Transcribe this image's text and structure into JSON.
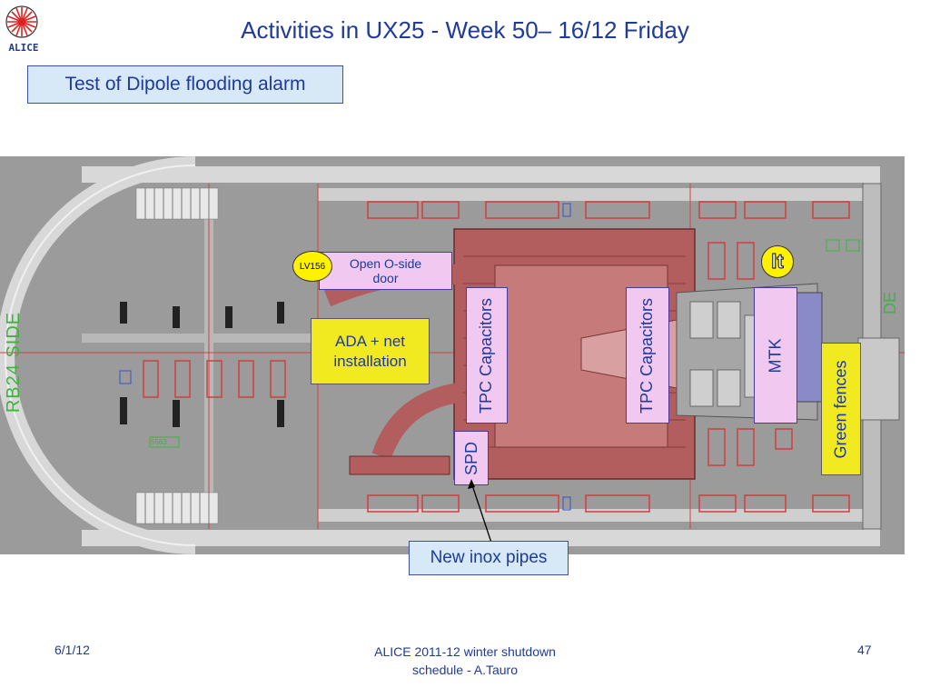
{
  "header": {
    "logo_text": "ALICE",
    "title": "Activities in UX25 - Week 50– 16/12 Friday"
  },
  "subtitle": "Test of Dipole flooding alarm",
  "floor_labels": {
    "rb24_side": "RB24 SIDE",
    "d_side": "DE",
    "small_tag": "5563"
  },
  "annotations": {
    "lv_badge": "LV156",
    "open_o_side_door": "Open O-side door",
    "ada_net": "ADA + net installation",
    "tpc_capacitors_left": "TPC Capacitors",
    "tpc_capacitors_right": "TPC Capacitors",
    "spd": "SPD",
    "mtk": "MTK",
    "green_fences": "Green fences",
    "lt_badge": "lt",
    "new_inox_pipes": "New inox pipes"
  },
  "footer": {
    "date": "6/1/12",
    "center_line1": "ALICE 2011-12 winter shutdown",
    "center_line2": "schedule - A.Tauro",
    "page": "47"
  },
  "colors": {
    "title_blue": "#1f3a9a",
    "callout_fill": "#d7e9f7",
    "pink_box": "#f0c8f0",
    "yellow_box": "#f2ea20",
    "floor_grey": "#9b9b9b",
    "magnet_red": "#b05a5a",
    "green_label": "#3bb53b"
  }
}
